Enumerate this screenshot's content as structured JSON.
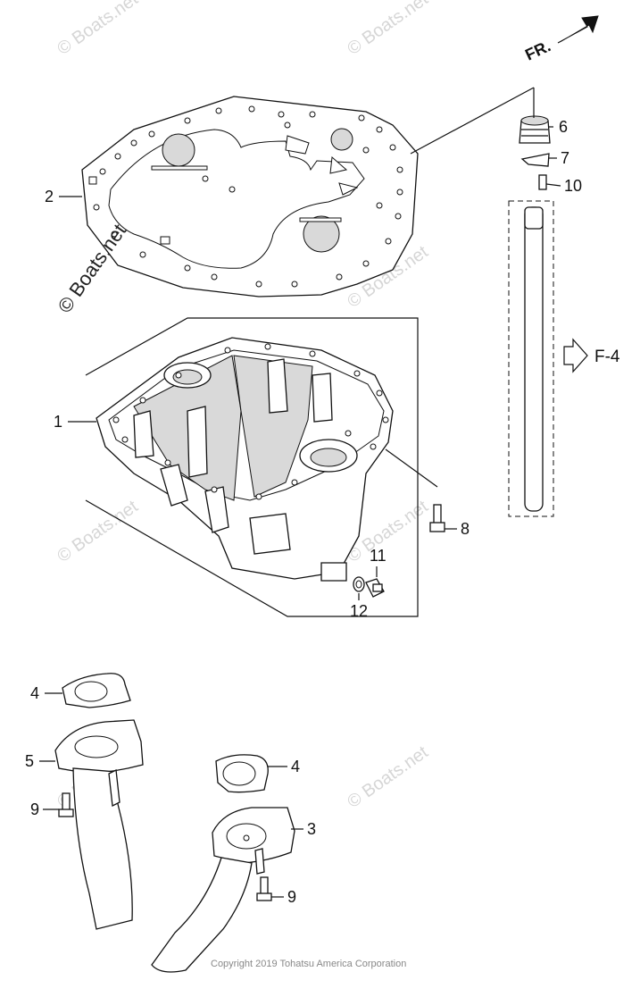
{
  "watermark": {
    "text": "© Boats.net",
    "prominent_text": "© Boats.net"
  },
  "copyright": "Copyright 2019 Tohatsu America Corporation",
  "direction_label": "FR.",
  "reference": {
    "label": "F-4"
  },
  "callouts": [
    "1",
    "2",
    "3",
    "4",
    "4",
    "5",
    "6",
    "7",
    "8",
    "9",
    "9",
    "10",
    "11",
    "12"
  ],
  "colors": {
    "line": "#111111",
    "shade": "#d9d9d9",
    "watermark": "#d6d6d6"
  }
}
